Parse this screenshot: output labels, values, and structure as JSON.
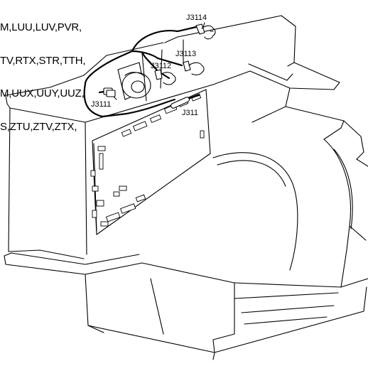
{
  "model_list": [
    "M,LUU,LUV,PVR,",
    "TV,RTX,STR,TTH,",
    "M,UUX,UUY,UUZ,",
    "S,ZTU,ZTV,ZTX,"
  ],
  "connectors": {
    "j3114": "J3114",
    "j3113": "J3113",
    "j3112": "J3112",
    "j3111": "J3111",
    "j311": "J311"
  }
}
